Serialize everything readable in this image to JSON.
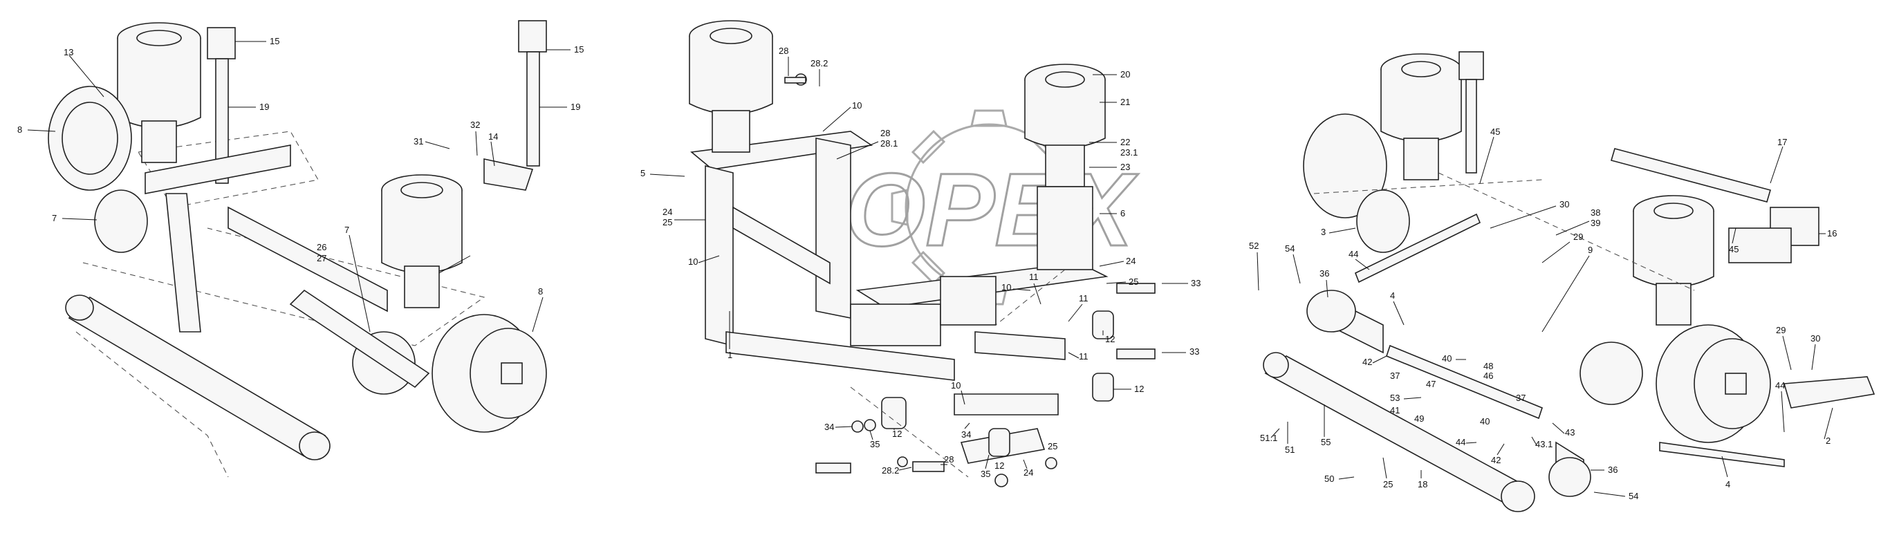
{
  "watermark": "OPEX",
  "views": [
    {
      "id": "left",
      "labels": [
        "13",
        "8",
        "7",
        "15",
        "19",
        "31",
        "32",
        "14",
        "15",
        "19",
        "26",
        "27",
        "7",
        "8"
      ]
    },
    {
      "id": "center",
      "labels": [
        "28",
        "28.2",
        "10",
        "28",
        "28.1",
        "5",
        "24",
        "25",
        "10",
        "1",
        "20",
        "21",
        "22",
        "23.1",
        "23",
        "6",
        "24",
        "25",
        "33",
        "10",
        "11",
        "12",
        "11",
        "33",
        "10",
        "12",
        "11",
        "34",
        "35",
        "12",
        "34",
        "28",
        "35",
        "12",
        "24",
        "25",
        "28.2"
      ]
    },
    {
      "id": "right",
      "labels": [
        "45",
        "17",
        "3",
        "30",
        "38",
        "39",
        "16",
        "45",
        "52",
        "54",
        "44",
        "36",
        "29",
        "9",
        "4",
        "42",
        "37",
        "47",
        "48",
        "46",
        "40",
        "53",
        "41",
        "49",
        "37",
        "40",
        "51.1",
        "51",
        "55",
        "44",
        "42",
        "43.1",
        "43",
        "29",
        "30",
        "44",
        "2",
        "36",
        "50",
        "25",
        "18",
        "54",
        "4"
      ]
    }
  ]
}
